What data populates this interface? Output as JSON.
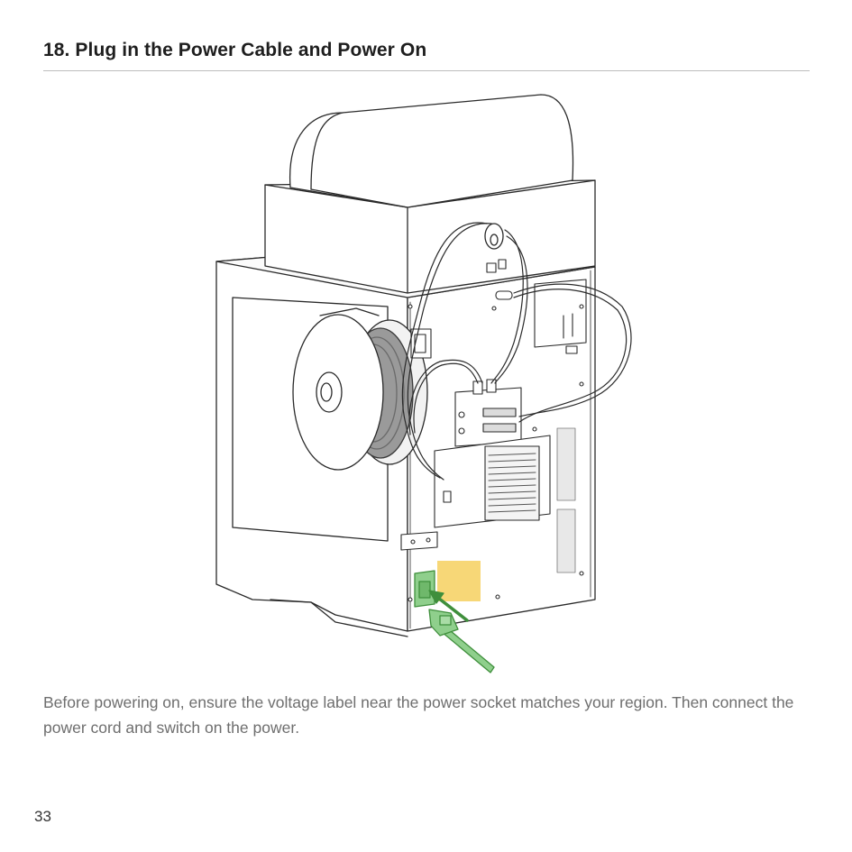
{
  "page": {
    "title": "18. Plug in the Power Cable and Power On",
    "caption": "Before powering on, ensure the voltage label near the power socket matches your region. Then connect the power cord and switch on the power.",
    "page_number": "33"
  },
  "illustration": {
    "subject": "3D printer rear view with filament spool, drybox and power cord",
    "colors": {
      "outline": "#2a2a2a",
      "fill": "#ffffff",
      "power_highlight": "#8fcf8c",
      "power_outline": "#3f8f3c",
      "voltage_label": "#f7d777"
    }
  }
}
